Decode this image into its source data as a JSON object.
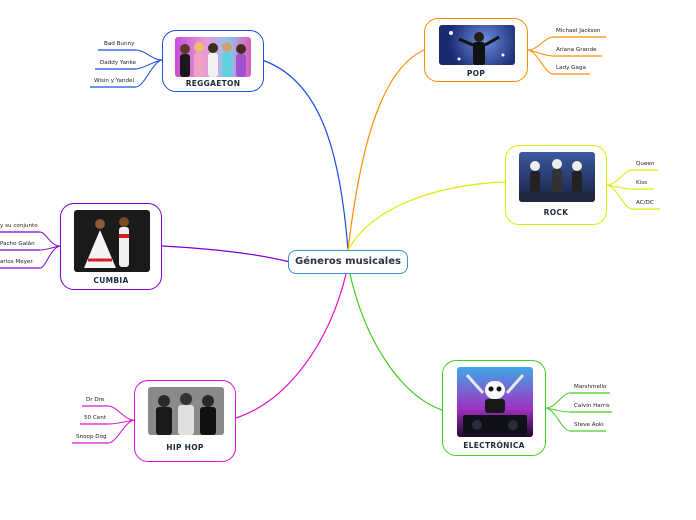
{
  "center": {
    "label": "Géneros musicales"
  },
  "colors": {
    "reggaeton": "#1a4fe0",
    "pop": "#ff8c00",
    "rock": "#d8ee00",
    "cumbia": "#8000d0",
    "electronica": "#40d020",
    "hiphop": "#e010d0"
  },
  "branches": {
    "reggaeton": {
      "label": "REGGAETON",
      "items": [
        "Bad Bunny",
        "Daddy Yanke",
        "Wisin y Yandel"
      ]
    },
    "pop": {
      "label": "POP",
      "items": [
        "Michael Jackson",
        "Ariana Grande",
        "Lady Gaga"
      ]
    },
    "rock": {
      "label": "ROCK",
      "items": [
        "Queen",
        "Kiss",
        "AC/DC"
      ]
    },
    "cumbia": {
      "label": "CUMBIA",
      "items": [
        "y su conjunto",
        "Pacho Galán",
        "arlos Meyer."
      ]
    },
    "electronica": {
      "label": "ELECTRÓNICA",
      "items": [
        "Marshmello",
        "Calvin Harris",
        "Steve Aoki"
      ]
    },
    "hiphop": {
      "label": "HIP HOP",
      "items": [
        "Dr Dre",
        "50 Cent",
        "Snoop Dog"
      ]
    }
  }
}
